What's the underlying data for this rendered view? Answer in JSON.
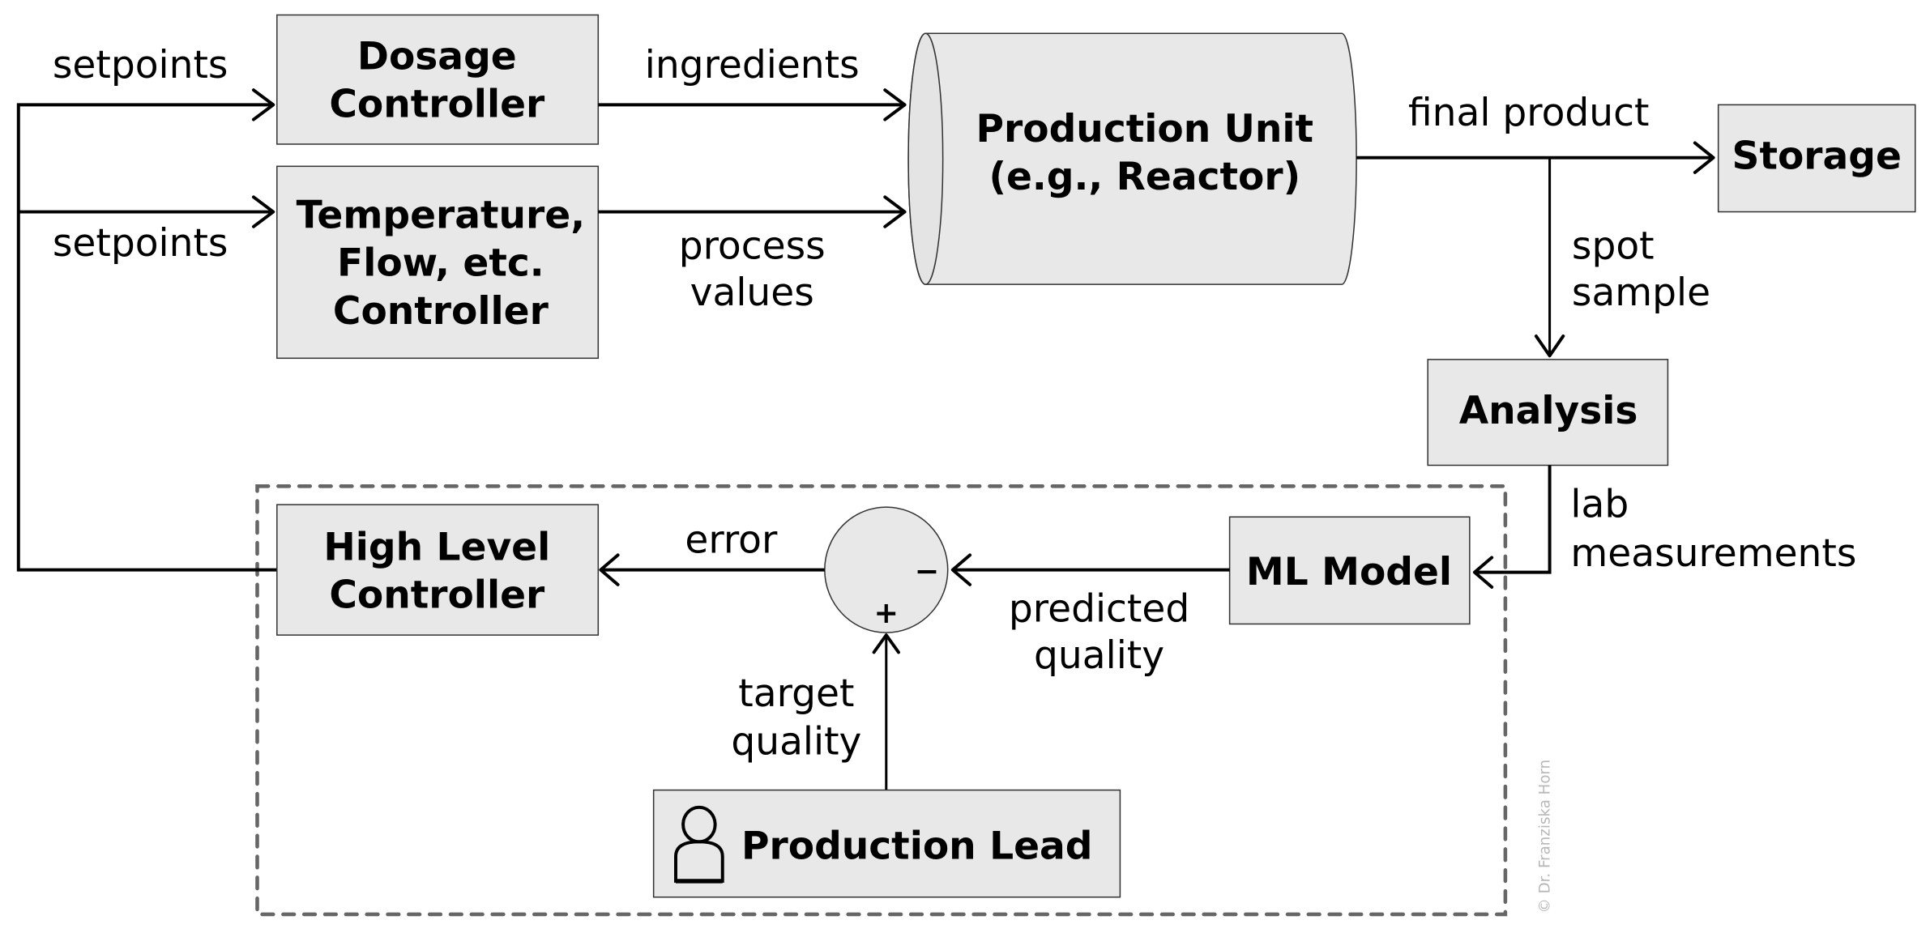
{
  "diagram": {
    "nodes": {
      "dosage_controller": [
        "Dosage",
        "Controller"
      ],
      "temperature_controller": [
        "Temperature,",
        "Flow, etc.",
        "Controller"
      ],
      "production_unit": [
        "Production Unit",
        "(e.g., Reactor)"
      ],
      "storage": [
        "Storage"
      ],
      "analysis": [
        "Analysis"
      ],
      "ml_model": [
        "ML Model"
      ],
      "high_level_controller": [
        "High Level",
        "Controller"
      ],
      "production_lead": [
        "Production Lead"
      ],
      "comparator_minus": "−",
      "comparator_plus": "+"
    },
    "edges": {
      "setpoints_top": "setpoints",
      "setpoints_bottom": "setpoints",
      "ingredients": "ingredients",
      "process_values": [
        "process",
        "values"
      ],
      "final_product": "final product",
      "spot_sample": [
        "spot",
        "sample"
      ],
      "lab_measurements": [
        "lab",
        "measurements"
      ],
      "predicted_quality": [
        "predicted",
        "quality"
      ],
      "error": "error",
      "target_quality": [
        "target",
        "quality"
      ]
    },
    "icons": {
      "production_lead_icon": "person-icon"
    },
    "copyright": "© Dr. Franziska Horn"
  }
}
